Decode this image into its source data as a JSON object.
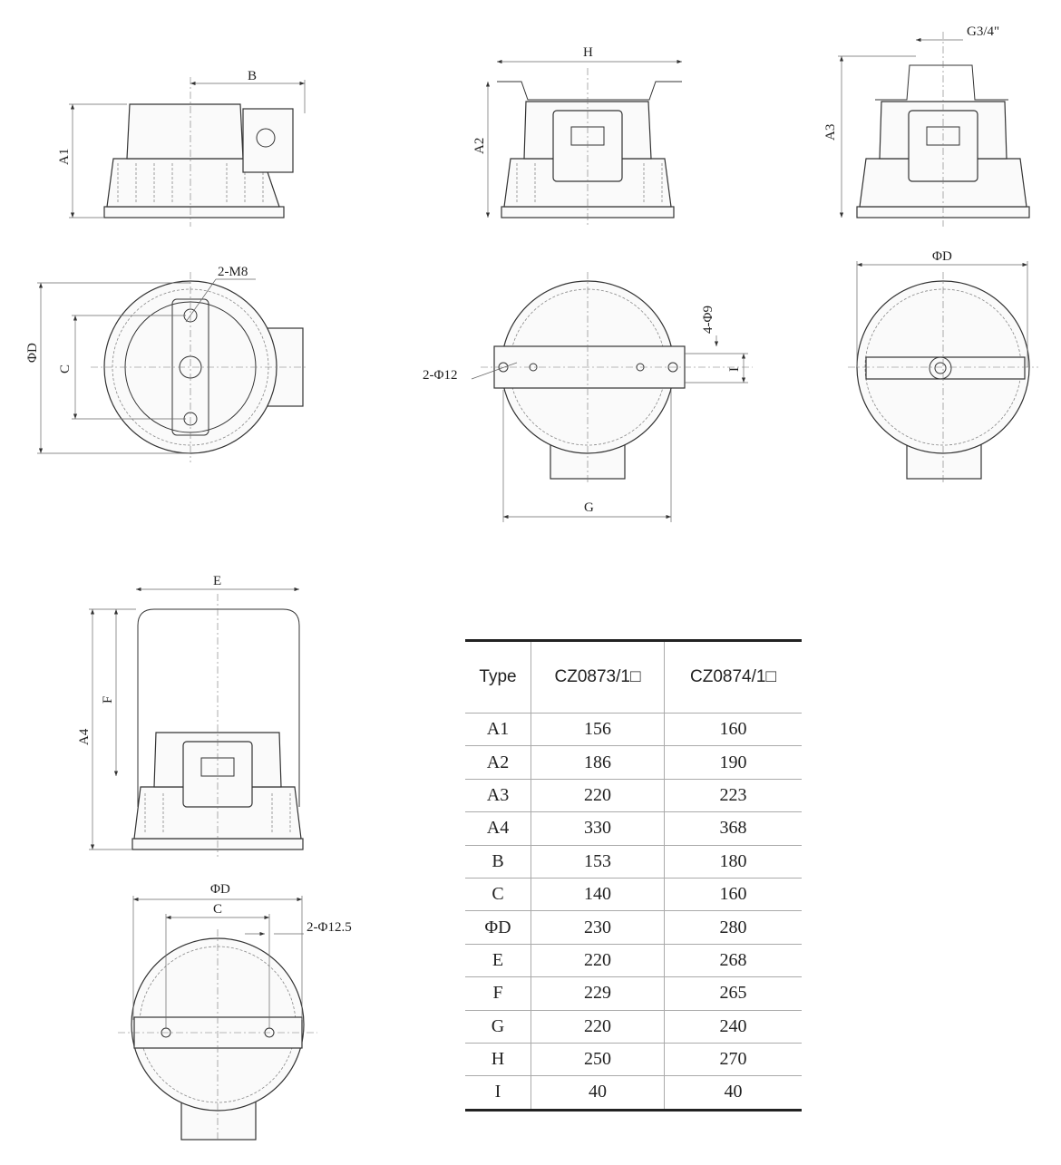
{
  "labels": {
    "view1": {
      "B": "B",
      "A1": "A1"
    },
    "view2": {
      "H": "H",
      "A2": "A2"
    },
    "view3": {
      "G34": "G3/4\"",
      "A3": "A3"
    },
    "view4": {
      "PhiD": "ΦD",
      "C": "C",
      "M8": "2-M8"
    },
    "view5": {
      "Phi9": "4-Φ9",
      "I": "I",
      "Phi12": "2-Φ12",
      "G": "G"
    },
    "view6": {
      "PhiD": "ΦD"
    },
    "view7": {
      "E": "E",
      "F": "F",
      "A4": "A4"
    },
    "view8": {
      "PhiD": "ΦD",
      "C": "C",
      "Phi125": "2-Φ12.5"
    }
  },
  "table": {
    "headers": [
      "Type",
      "CZ0873/1□",
      "CZ0874/1□"
    ],
    "rows": [
      [
        "A1",
        "156",
        "160"
      ],
      [
        "A2",
        "186",
        "190"
      ],
      [
        "A3",
        "220",
        "223"
      ],
      [
        "A4",
        "330",
        "368"
      ],
      [
        "B",
        "153",
        "180"
      ],
      [
        "C",
        "140",
        "160"
      ],
      [
        "ΦD",
        "230",
        "280"
      ],
      [
        "E",
        "220",
        "268"
      ],
      [
        "F",
        "229",
        "265"
      ],
      [
        "G",
        "220",
        "240"
      ],
      [
        "H",
        "250",
        "270"
      ],
      [
        "I",
        "40",
        "40"
      ]
    ]
  }
}
